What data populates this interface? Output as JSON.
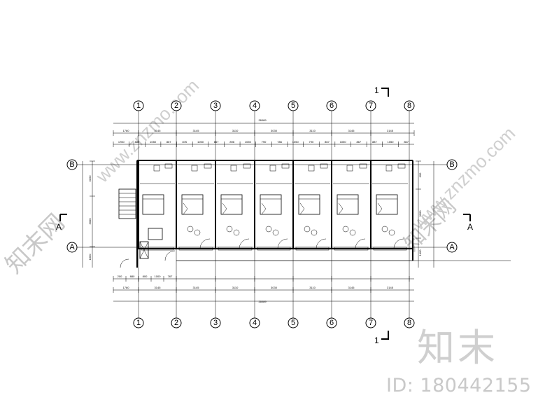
{
  "axes_top": [
    "1",
    "2",
    "3",
    "4",
    "5",
    "6",
    "7",
    "8"
  ],
  "axes_side": [
    "B",
    "A"
  ],
  "dimensions": {
    "overall": "26089",
    "top_bays": [
      "1760",
      "3145",
      "3145",
      "3110",
      "3030",
      "3110",
      "3145",
      "3145"
    ],
    "top_detail": [
      "1760",
      "880",
      "1050",
      "867",
      "876",
      "1050",
      "867",
      "896",
      "1050",
      "790",
      "786",
      "1050",
      "790",
      "867",
      "1050",
      "867",
      "887",
      "1050",
      "867"
    ],
    "bottom_detail": [
      "200",
      "880",
      "800",
      "1000",
      "767"
    ],
    "left_vertical": [
      "3150",
      "3000",
      "1800"
    ],
    "right_vertical": [
      "600",
      "3000",
      "1400"
    ]
  },
  "section_marks": {
    "top": "1",
    "bottom": "1",
    "left": "A",
    "right": "A"
  },
  "watermarks": {
    "site": "www.znzmo.com",
    "logo": "知末",
    "id": "ID: 180442155",
    "cn": "知末网"
  }
}
